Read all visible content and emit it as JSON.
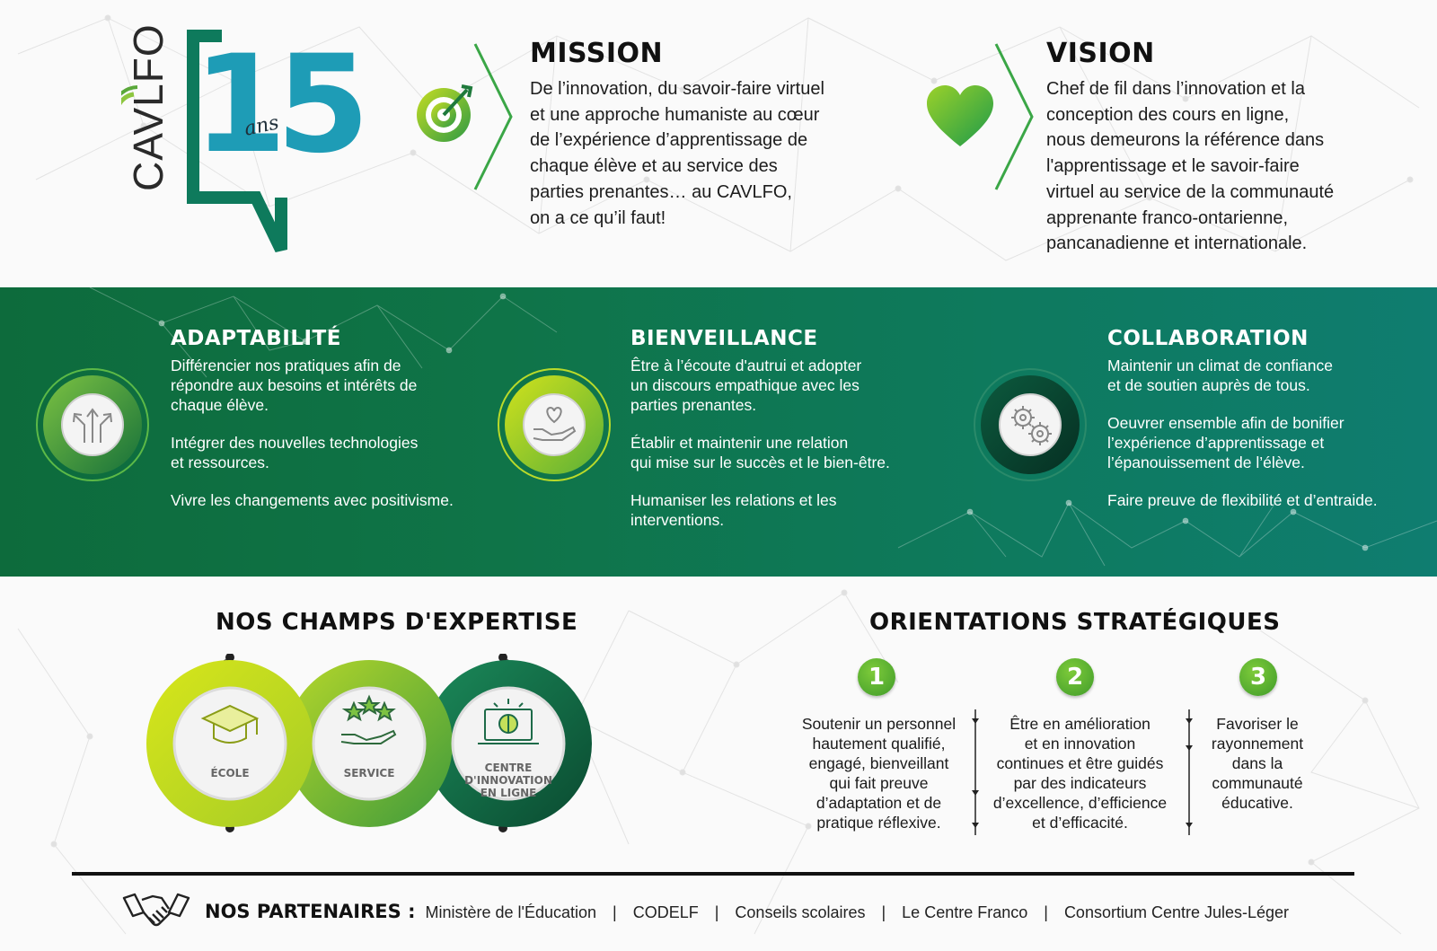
{
  "logo": {
    "wordmark": "CAVLFO",
    "number": "15",
    "suffix": "ans"
  },
  "mission": {
    "title": "MISSION",
    "lines": [
      "De l’innovation, du savoir-faire virtuel",
      "et une approche humaniste au cœur",
      "de l’expérience d’apprentissage de",
      "chaque élève et au service des",
      "parties prenantes… au CAVLFO,",
      "on a ce qu’il faut!"
    ],
    "icon": "target-icon"
  },
  "vision": {
    "title": "VISION",
    "lines": [
      "Chef de fil dans l’innovation et la",
      "conception des cours en ligne,",
      "nous demeurons la référence dans",
      "l'apprentissage et le savoir-faire",
      "virtuel au service de la communauté",
      "apprenante franco-ontarienne,",
      "pancanadienne et internationale."
    ],
    "icon": "heart-icon"
  },
  "values": [
    {
      "title": "ADAPTABILITÉ",
      "icon": "arrows-split-icon",
      "paragraphs": [
        [
          "Différencier nos pratiques afin de",
          "répondre aux besoins et intérêts de",
          "chaque élève."
        ],
        [
          "Intégrer des nouvelles technologies",
          "et ressources."
        ],
        [
          "Vivre les changements avec positivisme."
        ]
      ]
    },
    {
      "title": "BIENVEILLANCE",
      "icon": "hand-heart-icon",
      "paragraphs": [
        [
          "Être à l’écoute d'autrui et adopter",
          "un discours empathique avec les",
          "parties prenantes."
        ],
        [
          "Établir et maintenir une relation",
          "qui mise sur le succès et le bien-être."
        ],
        [
          "Humaniser les relations et les",
          "interventions."
        ]
      ]
    },
    {
      "title": "COLLABORATION",
      "icon": "gears-icon",
      "paragraphs": [
        [
          "Maintenir un climat de confiance",
          "et de soutien auprès de tous."
        ],
        [
          "Oeuvrer ensemble afin de bonifier",
          "l’expérience d’apprentissage et",
          "l’épanouissement de l’élève."
        ],
        [
          "Faire preuve de flexibilité et d’entraide."
        ]
      ]
    }
  ],
  "expertise": {
    "title": "NOS CHAMPS D'EXPERTISE",
    "items": [
      {
        "label": "ÉCOLE",
        "icon": "graduation-cap-icon",
        "color": "#c8dc1e"
      },
      {
        "label": "SERVICE",
        "icon": "hand-stars-icon",
        "color": "#6fb43c"
      },
      {
        "label": "CENTRE D'INNOVATION EN LIGNE",
        "label_lines": [
          "CENTRE",
          "D'INNOVATION",
          "EN LIGNE"
        ],
        "icon": "laptop-brain-icon",
        "color": "#0e6b4a"
      }
    ]
  },
  "orientations": {
    "title": "ORIENTATIONS STRATÉGIQUES",
    "items": [
      {
        "number": "1",
        "lines": [
          "Soutenir un personnel",
          "hautement qualifié,",
          "engagé, bienveillant",
          "qui fait preuve",
          "d’adaptation et de",
          "pratique réflexive."
        ]
      },
      {
        "number": "2",
        "lines": [
          "Être en amélioration",
          "et en innovation",
          "continues et être guidés",
          "par des indicateurs",
          "d’excellence, d’efficience",
          "et d’efficacité."
        ]
      },
      {
        "number": "3",
        "lines": [
          "Favoriser le",
          "rayonnement",
          "dans la",
          "communauté",
          "éducative."
        ]
      }
    ]
  },
  "partners": {
    "label": "NOS PARTENAIRES :",
    "icon": "handshake-icon",
    "items": [
      "Ministère de l'Éducation",
      "CODELF",
      "Conseils scolaires",
      "Le Centre Franco",
      "Consortium Centre Jules-Léger"
    ],
    "separator": "|"
  },
  "colors": {
    "green_dark": "#0d6b3c",
    "teal": "#0f7d70",
    "lime": "#c8dc1e",
    "green": "#4aa832"
  }
}
